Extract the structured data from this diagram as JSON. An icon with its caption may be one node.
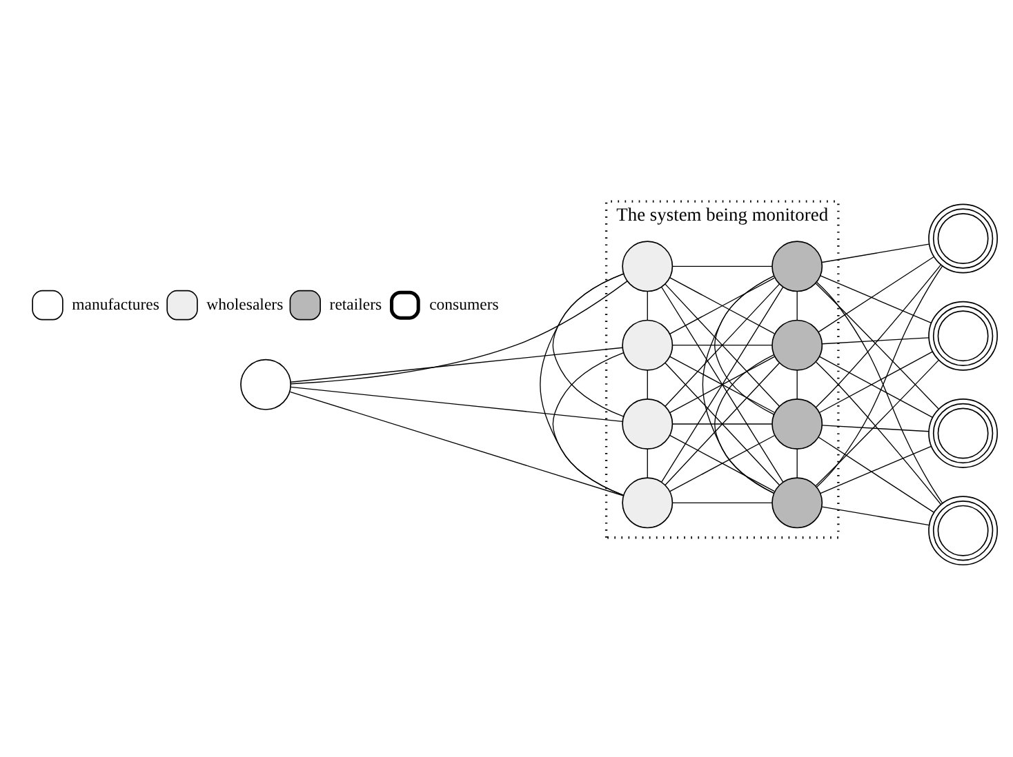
{
  "diagram": {
    "nodes": [
      {
        "text": [],
        "shape": "circle"
      },
      {
        "text": [
          "The system being monitored"
        ]
      },
      {
        "text": [],
        "shape": "circle",
        "in": 1
      },
      {
        "text": [],
        "shape": "circle",
        "in": 1
      },
      {
        "text": [],
        "shape": "circle",
        "in": 1
      },
      {
        "text": [],
        "shape": "circle",
        "in": 1
      },
      {
        "text": [],
        "shape": "circle",
        "in": 1
      },
      {
        "text": [],
        "shape": "circle",
        "in": 1
      },
      {
        "text": [],
        "shape": "circle",
        "in": 1
      },
      {
        "text": [],
        "shape": "circle",
        "in": 1
      },
      {
        "text": [],
        "shape": "circle"
      },
      {
        "text": [],
        "shape": "circle"
      },
      {
        "text": [],
        "shape": "circle"
      },
      {
        "text": [],
        "shape": "circle"
      }
    ],
    "edges": [
      {
        "from": 0,
        "to": 2,
        "arrow": "none"
      },
      {
        "from": 0,
        "to": 3,
        "arrow": "none"
      },
      {
        "from": 0,
        "to": 4,
        "arrow": "none"
      },
      {
        "from": 0,
        "to": 5,
        "arrow": "none"
      },
      {
        "from": 2,
        "to": 3,
        "arrow": "none"
      },
      {
        "from": 2,
        "to": 4,
        "arrow": "none"
      },
      {
        "from": 2,
        "to": 5,
        "arrow": "none"
      },
      {
        "from": 3,
        "to": 4,
        "arrow": "none"
      },
      {
        "from": 3,
        "to": 5,
        "arrow": "none"
      },
      {
        "from": 4,
        "to": 5,
        "arrow": "none"
      },
      {
        "from": 2,
        "to": 6,
        "arrow": "none"
      },
      {
        "from": 2,
        "to": 7,
        "arrow": "none"
      },
      {
        "from": 2,
        "to": 8,
        "arrow": "none"
      },
      {
        "from": 2,
        "to": 9,
        "arrow": "none"
      },
      {
        "from": 3,
        "to": 6,
        "arrow": "none"
      },
      {
        "from": 3,
        "to": 7,
        "arrow": "none"
      },
      {
        "from": 3,
        "to": 8,
        "arrow": "none"
      },
      {
        "from": 3,
        "to": 9,
        "arrow": "none"
      },
      {
        "from": 4,
        "to": 6,
        "arrow": "none"
      },
      {
        "from": 4,
        "to": 7,
        "arrow": "none"
      },
      {
        "from": 4,
        "to": 8,
        "arrow": "none"
      },
      {
        "from": 4,
        "to": 9,
        "arrow": "none"
      },
      {
        "from": 5,
        "to": 6,
        "arrow": "none"
      },
      {
        "from": 5,
        "to": 7,
        "arrow": "none"
      },
      {
        "from": 5,
        "to": 8,
        "arrow": "none"
      },
      {
        "from": 5,
        "to": 9,
        "arrow": "none"
      },
      {
        "from": 6,
        "to": 7,
        "arrow": "none"
      },
      {
        "from": 6,
        "to": 8,
        "arrow": "none"
      },
      {
        "from": 6,
        "to": 9,
        "arrow": "none"
      },
      {
        "from": 7,
        "to": 8,
        "arrow": "none"
      },
      {
        "from": 7,
        "to": 9,
        "arrow": "none"
      },
      {
        "from": 8,
        "to": 9,
        "arrow": "none"
      },
      {
        "from": 6,
        "to": 10,
        "arrow": "none"
      },
      {
        "from": 6,
        "to": 11,
        "arrow": "none"
      },
      {
        "from": 6,
        "to": 12,
        "arrow": "none"
      },
      {
        "from": 6,
        "to": 13,
        "arrow": "none"
      },
      {
        "from": 7,
        "to": 10,
        "arrow": "none"
      },
      {
        "from": 7,
        "to": 11,
        "arrow": "none"
      },
      {
        "from": 7,
        "to": 12,
        "arrow": "none"
      },
      {
        "from": 7,
        "to": 13,
        "arrow": "none"
      },
      {
        "from": 8,
        "to": 10,
        "arrow": "none"
      },
      {
        "from": 8,
        "to": 11,
        "arrow": "none"
      },
      {
        "from": 8,
        "to": 12,
        "arrow": "none"
      },
      {
        "from": 8,
        "to": 13,
        "arrow": "none"
      },
      {
        "from": 9,
        "to": 10,
        "arrow": "none"
      },
      {
        "from": 9,
        "to": 11,
        "arrow": "none"
      },
      {
        "from": 9,
        "to": 12,
        "arrow": "none"
      },
      {
        "from": 9,
        "to": 13,
        "arrow": "none"
      }
    ],
    "legend": [
      {
        "text": "manufactures"
      },
      {
        "text": "wholesalers"
      },
      {
        "text": "retailers"
      },
      {
        "text": "consumers"
      }
    ]
  }
}
